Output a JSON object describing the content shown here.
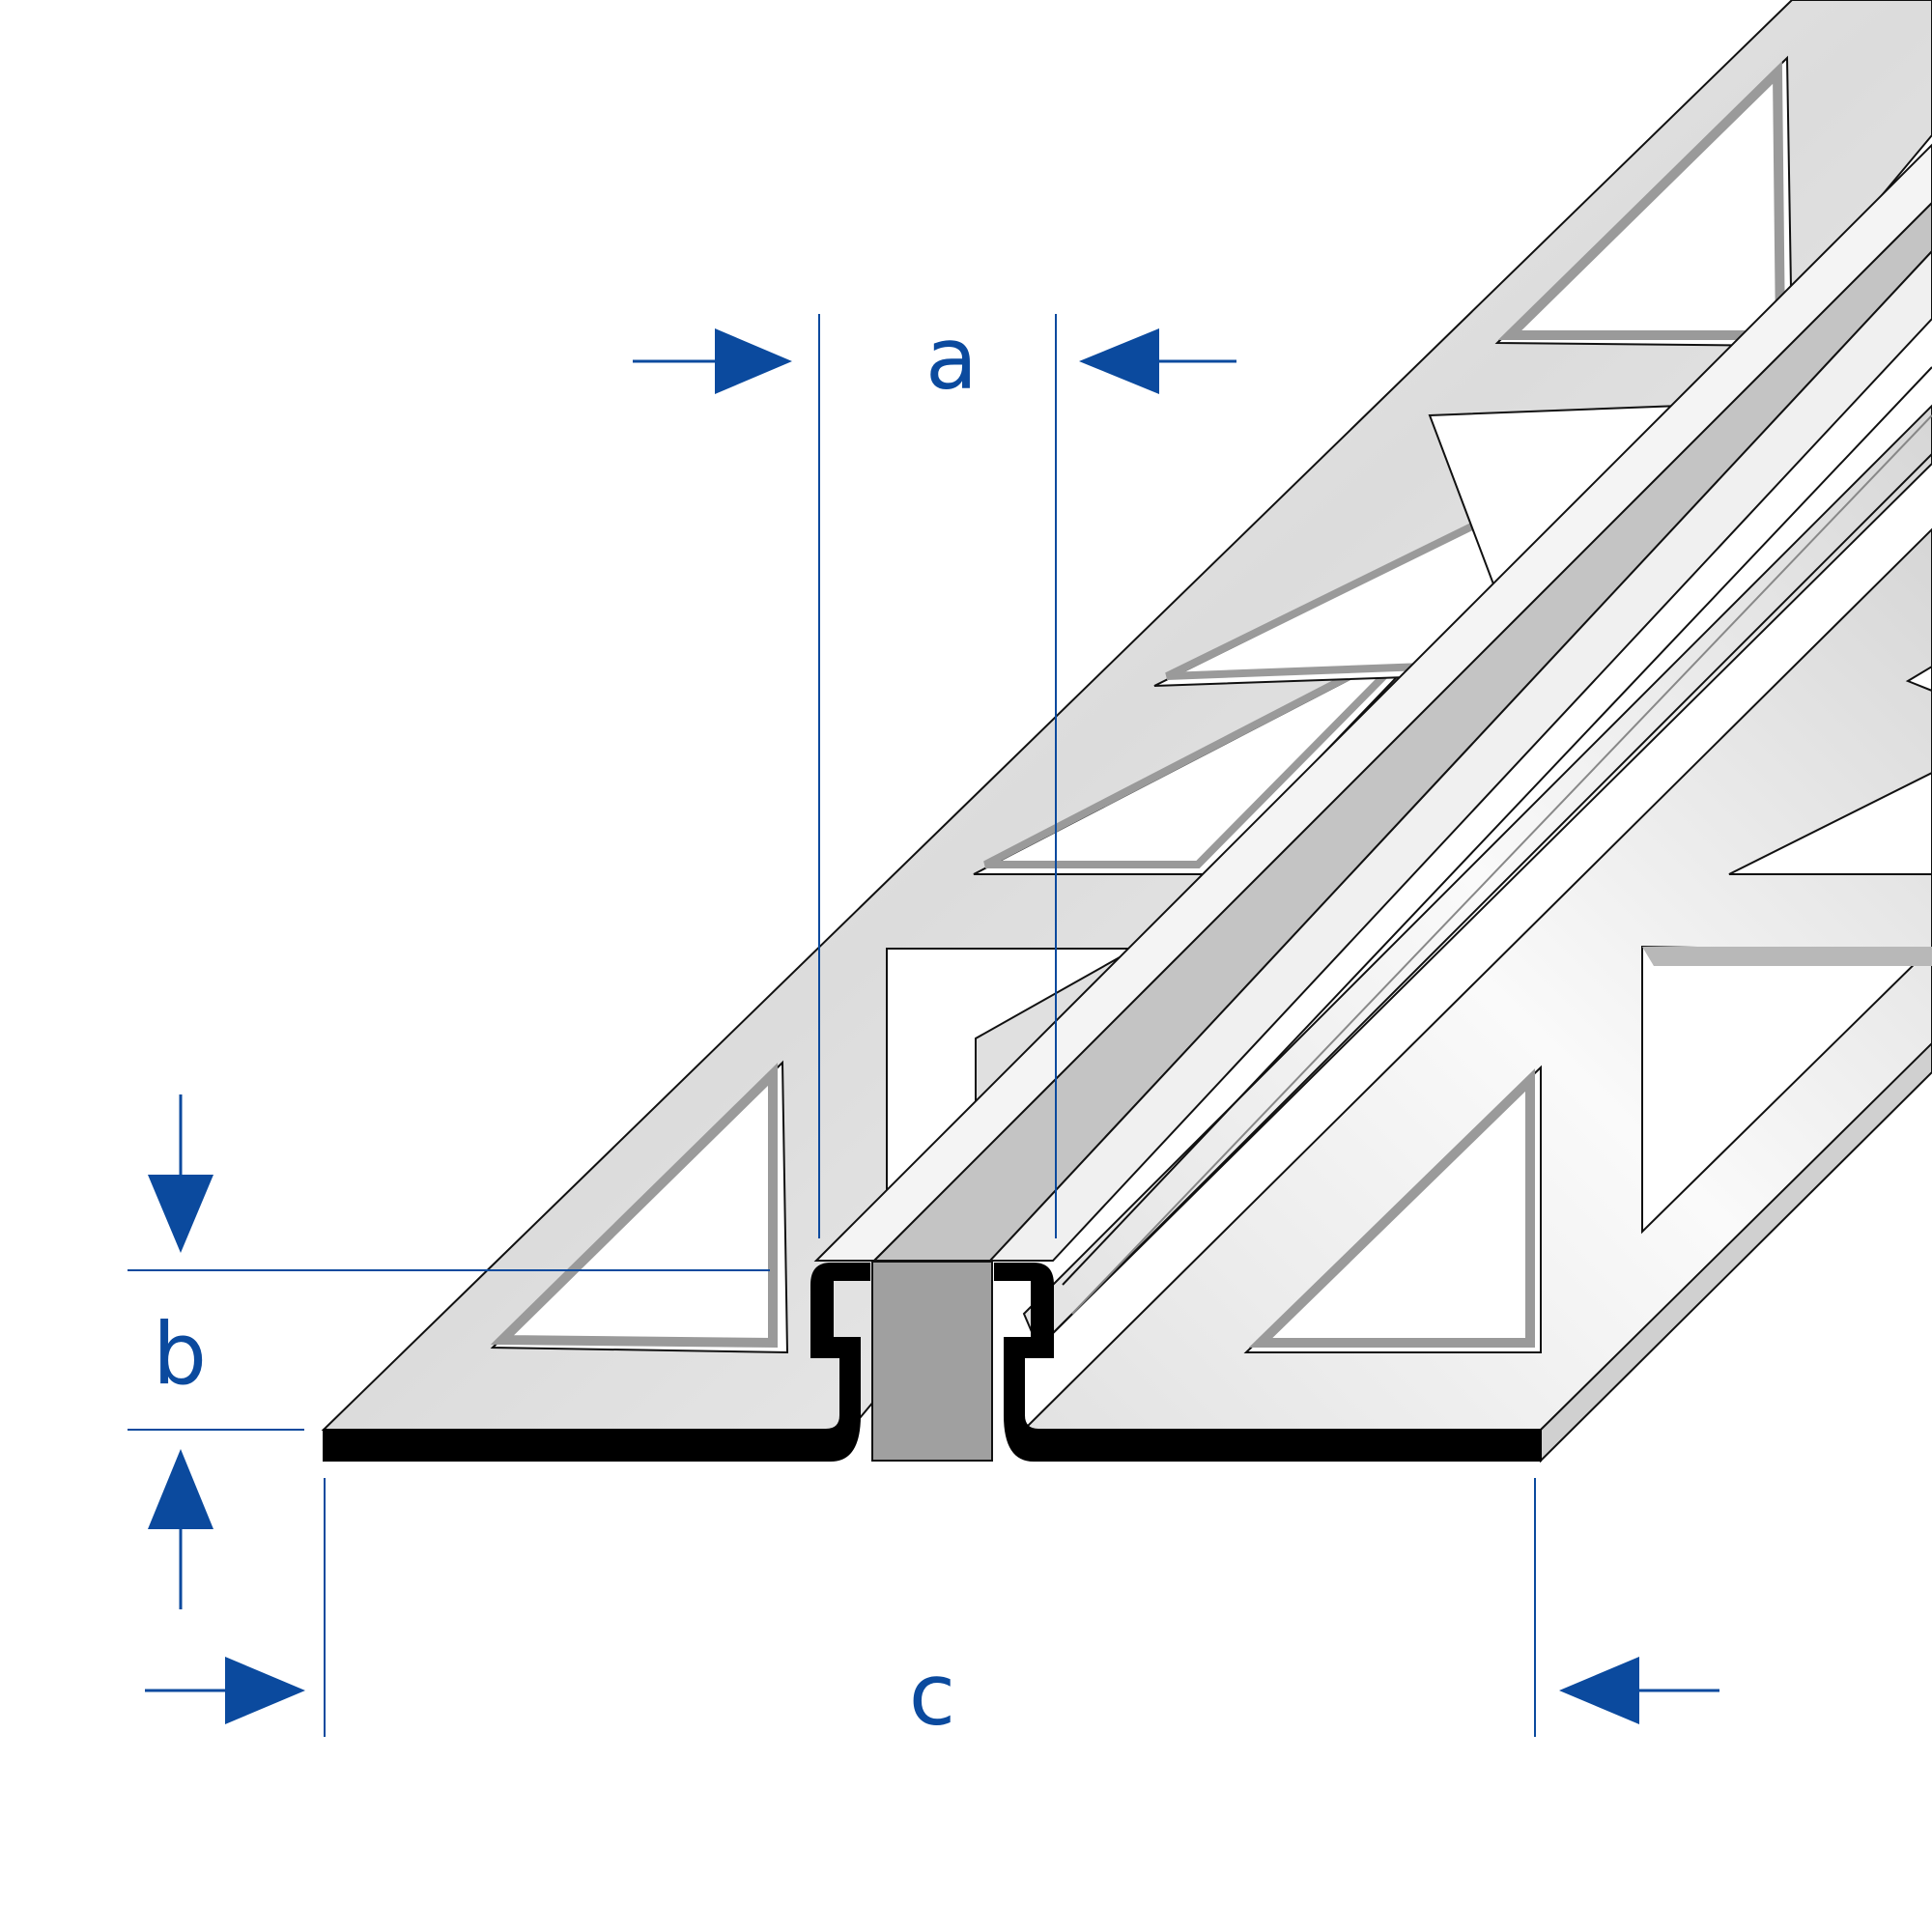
{
  "labels": {
    "a": "a",
    "b": "b",
    "c": "c"
  },
  "colors": {
    "dimension": "#0b4a9e",
    "profile_face": "#ececec",
    "profile_shade": "#b9b9b9",
    "profile_outline": "#111111",
    "insert": "#a0a0a0",
    "background": "#ffffff"
  }
}
